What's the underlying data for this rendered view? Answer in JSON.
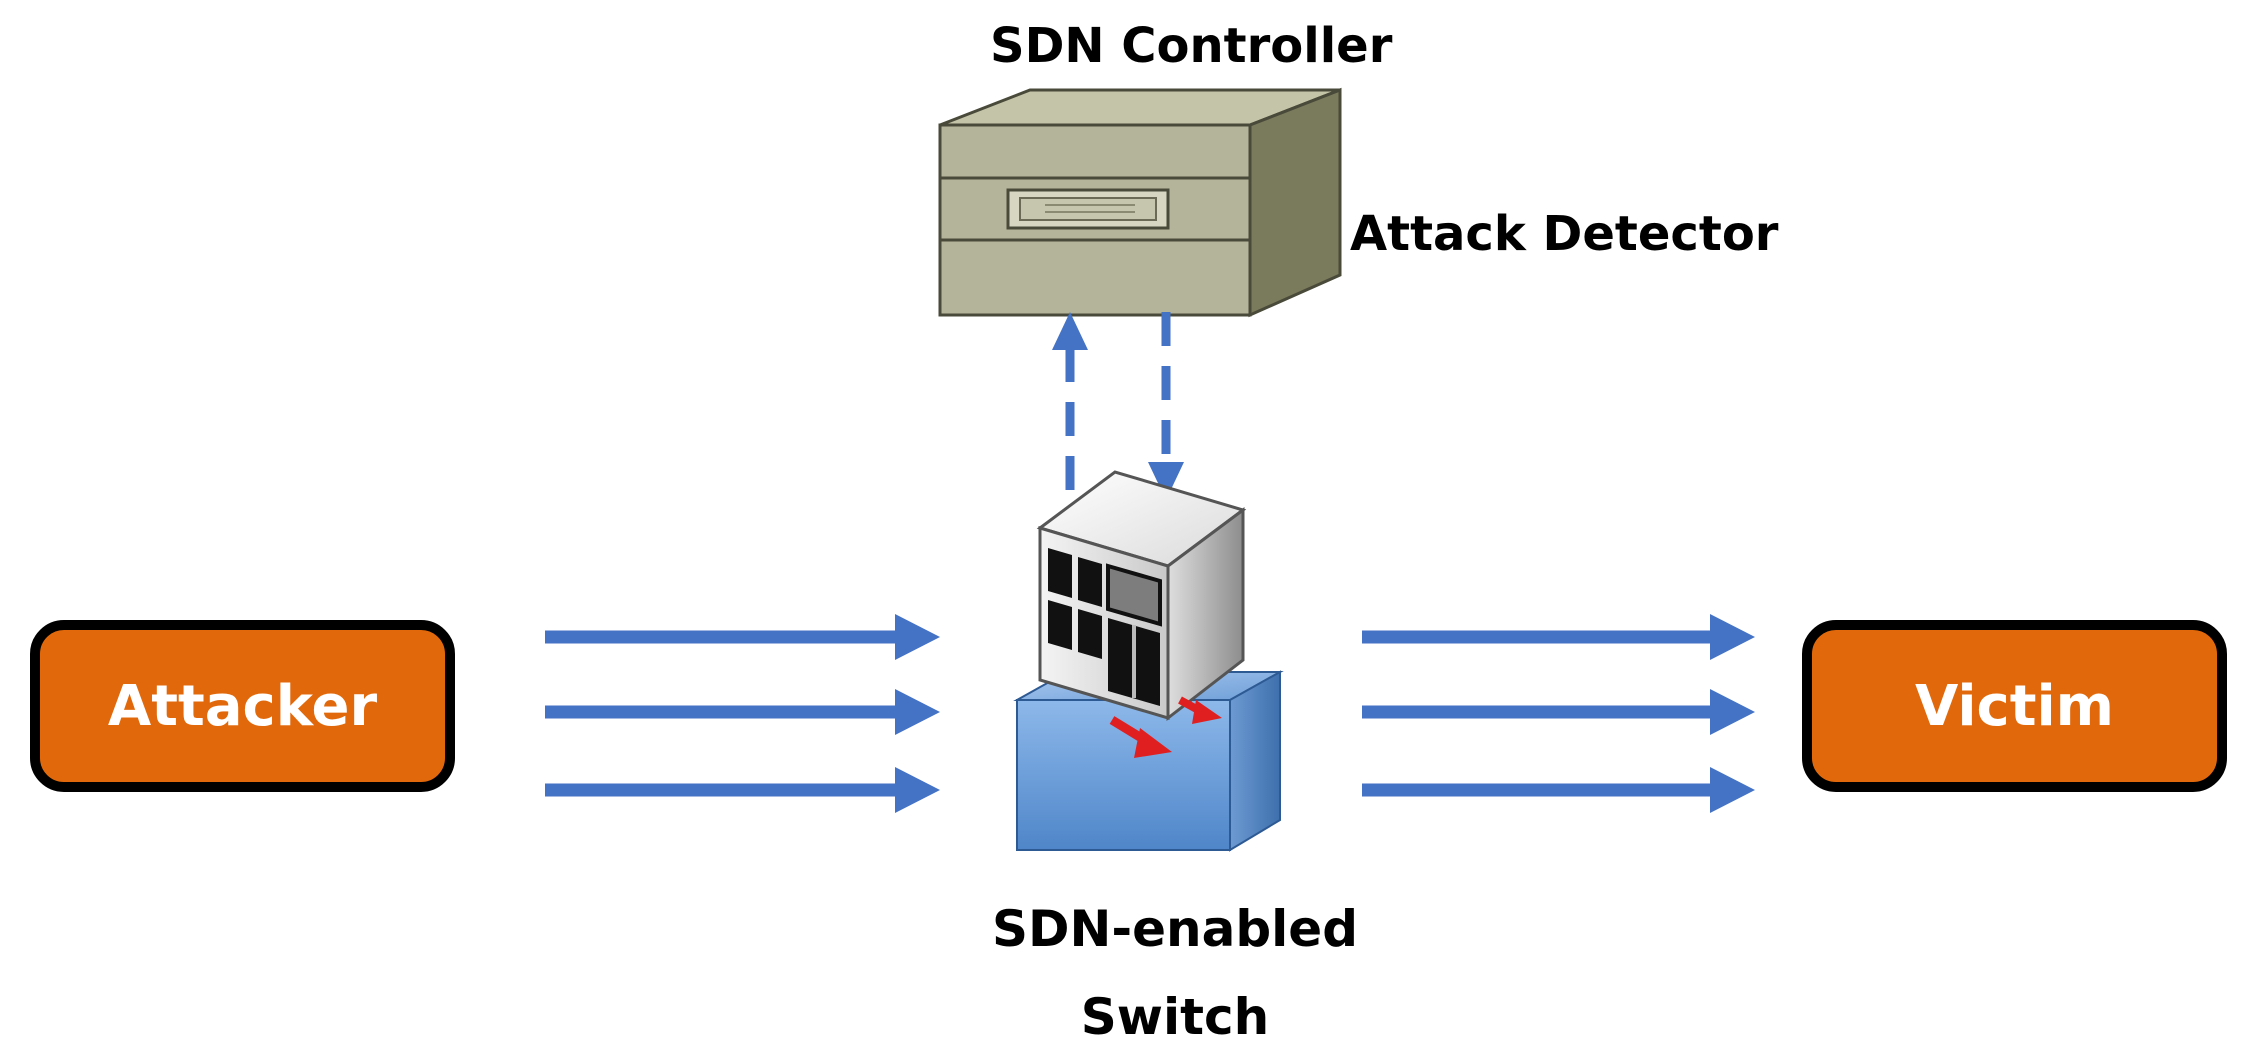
{
  "diagram": {
    "controller_label": "SDN Controller",
    "detector_label": "Attack Detector",
    "switch_label": "SDN-enabled Switch",
    "attacker_label": "Attacker",
    "victim_label": "Victim"
  },
  "colors": {
    "node_fill": "#e2690b",
    "node_border": "#000000",
    "arrow": "#4472c4",
    "controller_front": "#b4b49a",
    "controller_side": "#7a7a5c",
    "switch_base": "#6f9fd8",
    "switch_flow_arrow": "#e02020"
  }
}
